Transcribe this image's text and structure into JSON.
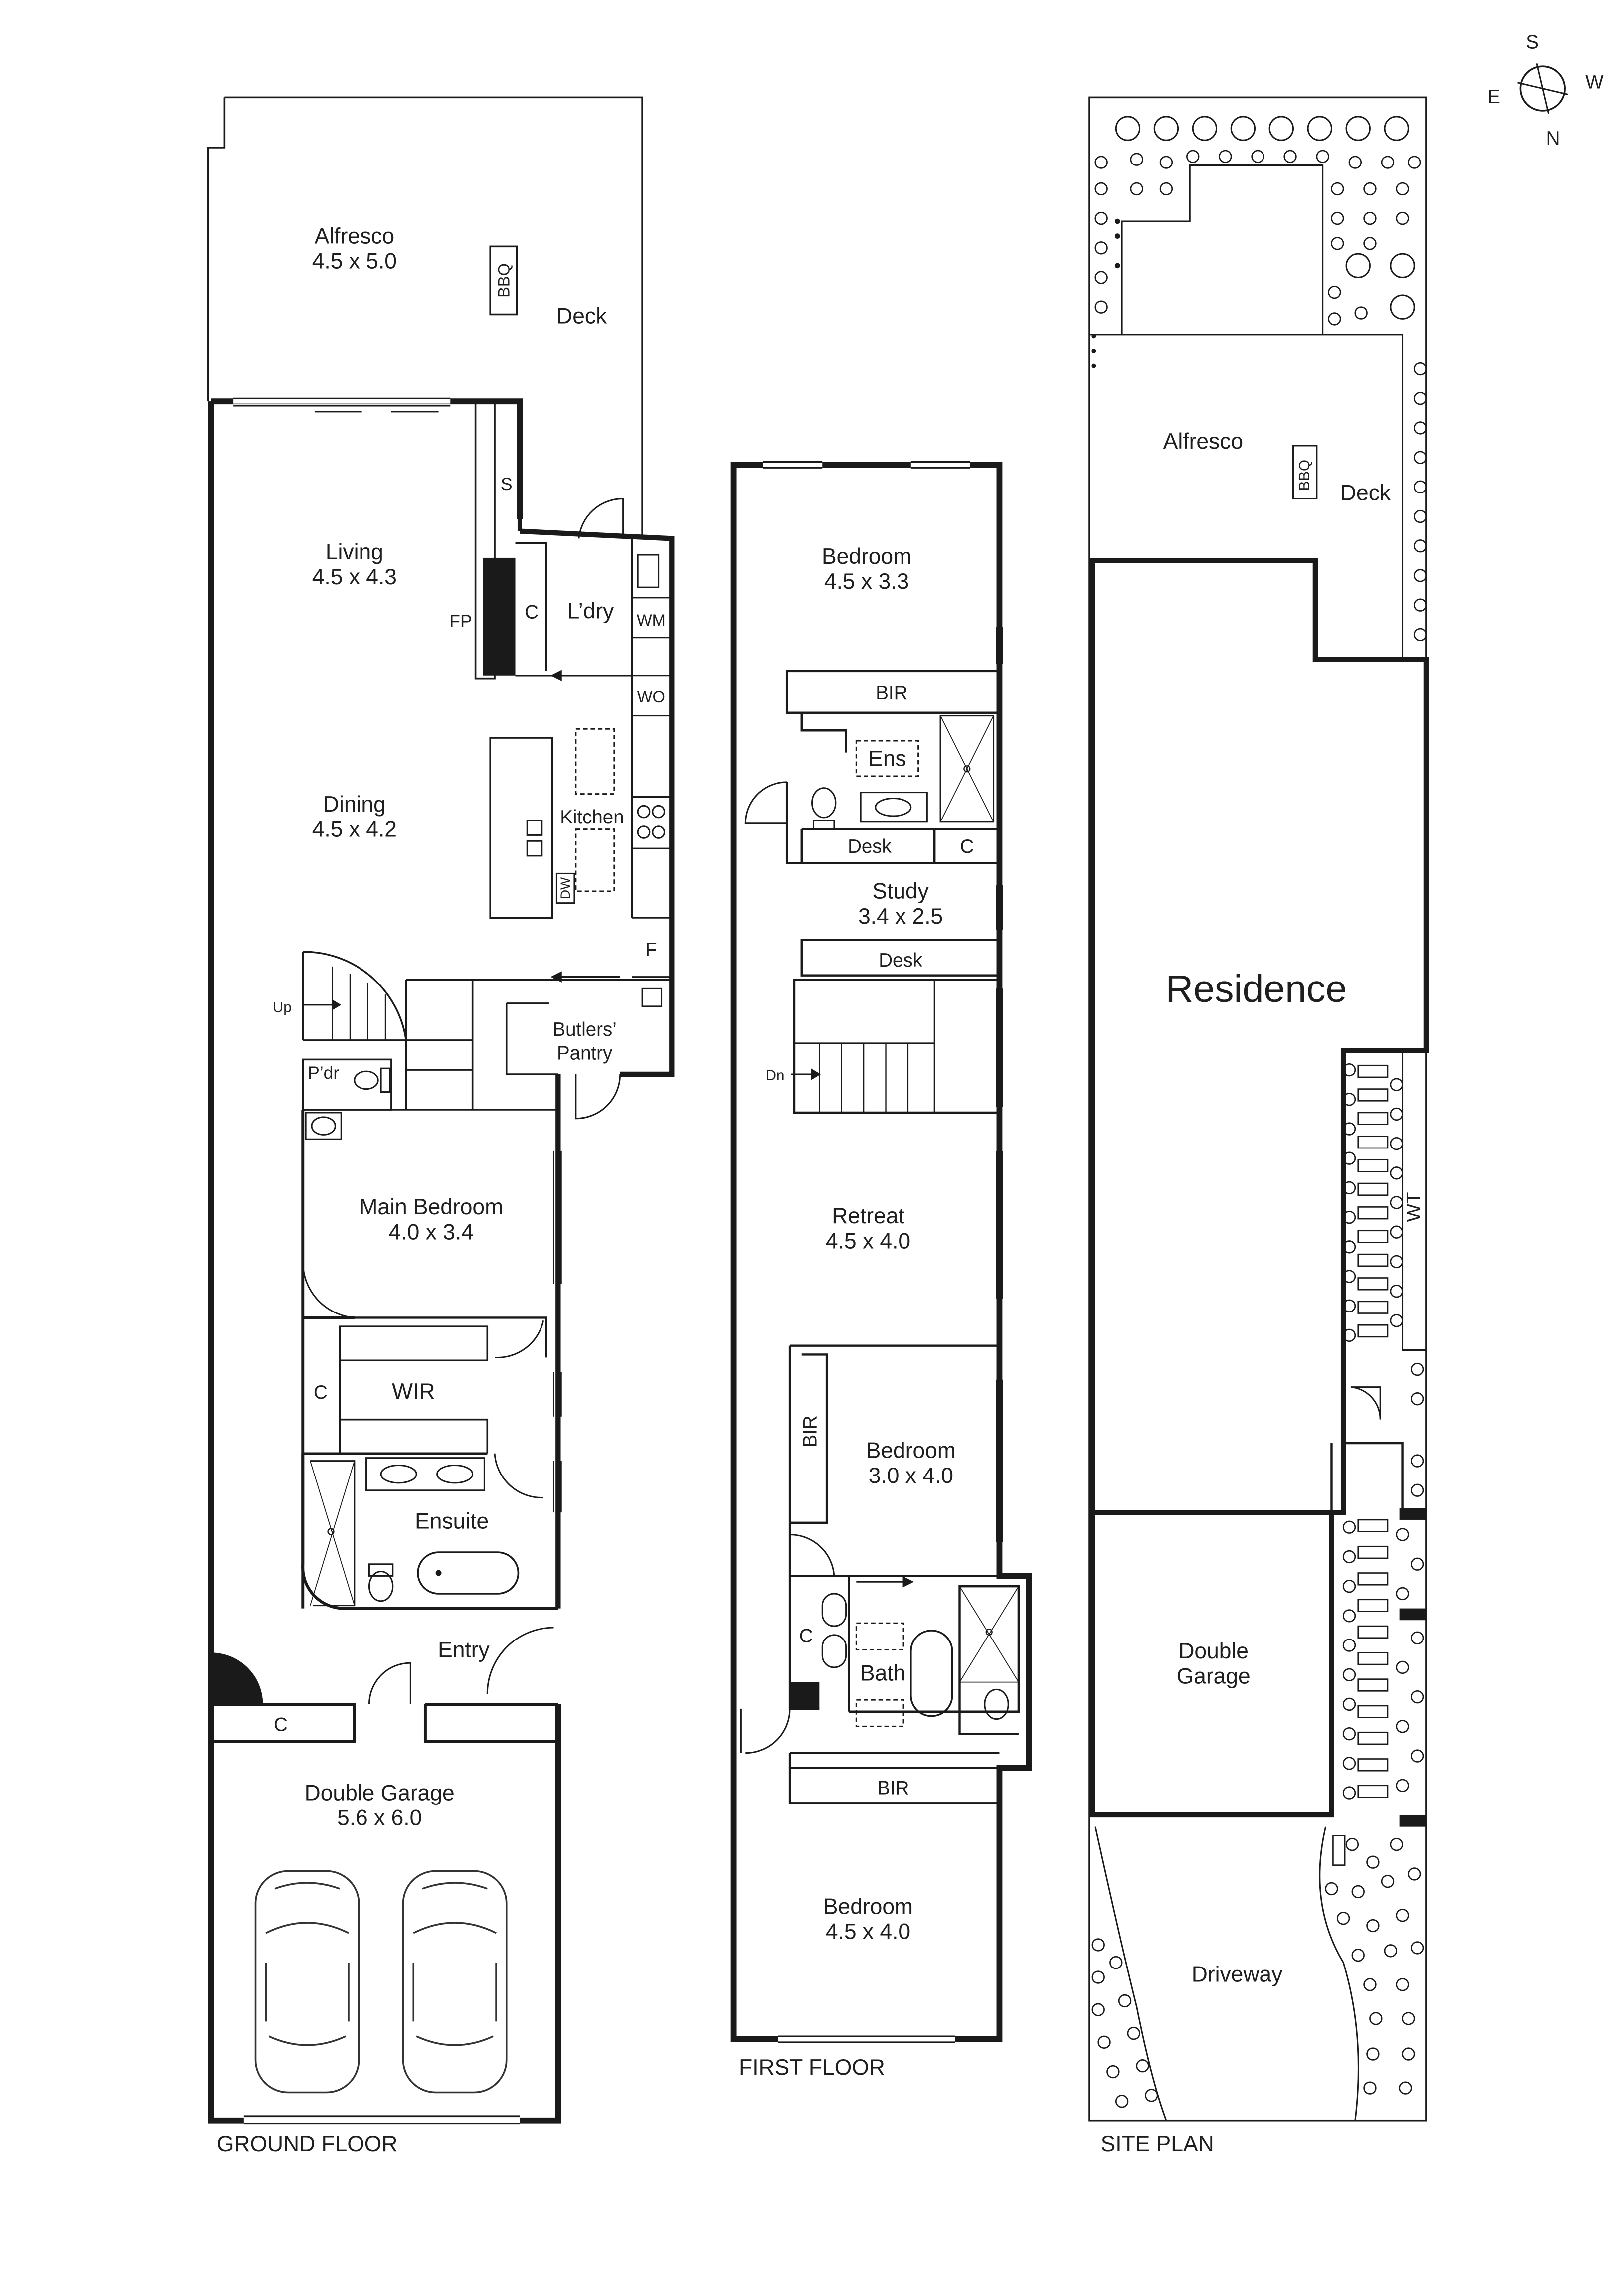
{
  "floors": {
    "ground": "GROUND FLOOR",
    "first": "FIRST FLOOR",
    "site": "SITE PLAN"
  },
  "ground_floor": {
    "alfresco": {
      "name": "Alfresco",
      "dims": "4.5 x 5.0"
    },
    "bbq": "BBQ",
    "deck": "Deck",
    "living": {
      "name": "Living",
      "dims": "4.5 x 4.3"
    },
    "s": "S",
    "fp": "FP",
    "c_laundry": "C",
    "laundry": "L’dry",
    "wm": "WM",
    "wo": "WO",
    "dining": {
      "name": "Dining",
      "dims": "4.5 x 4.2"
    },
    "kitchen": "Kitchen",
    "dw": "DW",
    "f": "F",
    "up": "Up",
    "butlers_pantry_1": "Butlers’",
    "butlers_pantry_2": "Pantry",
    "powder": "P’dr",
    "main_bedroom": {
      "name": "Main Bedroom",
      "dims": "4.0 x 3.4"
    },
    "c_wir": "C",
    "wir": "WIR",
    "ensuite": "Ensuite",
    "entry": "Entry",
    "c_garage": "C",
    "double_garage": {
      "name": "Double Garage",
      "dims": "5.6 x 6.0"
    }
  },
  "first_floor": {
    "bedroom1": {
      "name": "Bedroom",
      "dims": "4.5 x 3.3"
    },
    "bir1": "BIR",
    "ens": "Ens",
    "desk1": "Desk",
    "c1": "C",
    "study": {
      "name": "Study",
      "dims": "3.4 x 2.5"
    },
    "desk2": "Desk",
    "dn": "Dn",
    "retreat": {
      "name": "Retreat",
      "dims": "4.5 x 4.0"
    },
    "bir2": "BIR",
    "bedroom2": {
      "name": "Bedroom",
      "dims": "3.0 x 4.0"
    },
    "c2": "C",
    "bath": "Bath",
    "bir3": "BIR",
    "bedroom3": {
      "name": "Bedroom",
      "dims": "4.5 x 4.0"
    }
  },
  "site_plan": {
    "alfresco": "Alfresco",
    "bbq": "BBQ",
    "deck": "Deck",
    "residence": "Residence",
    "wt": "WT",
    "double_garage_1": "Double",
    "double_garage_2": "Garage",
    "driveway": "Driveway"
  },
  "compass": {
    "s": "S",
    "w": "W",
    "e": "E",
    "n": "N"
  },
  "colors": {
    "wall": "#1a1a1a",
    "line": "#333333",
    "background": "#ffffff"
  }
}
